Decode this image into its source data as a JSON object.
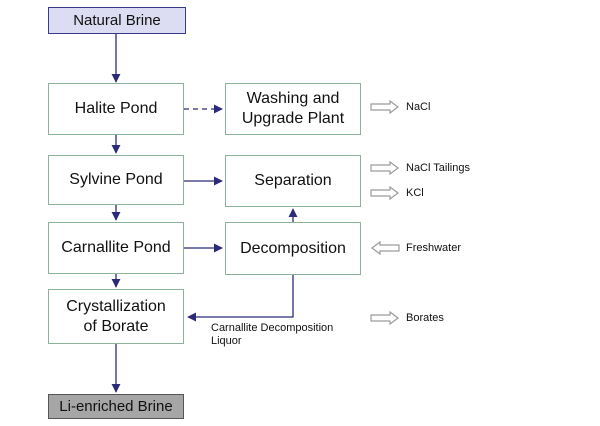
{
  "diagram": {
    "nodes": {
      "natural_brine": "Natural Brine",
      "halite_pond": "Halite Pond",
      "washing_plant": "Washing and Upgrade Plant",
      "sylvine_pond": "Sylvine Pond",
      "separation": "Separation",
      "carnallite_pond": "Carnallite Pond",
      "decomposition": "Decomposition",
      "crystallization": "Crystallization of Borate",
      "li_brine": "Li-enriched Brine"
    },
    "side_labels": {
      "nacl": "NaCl",
      "nacl_tailings": "NaCl Tailings",
      "kcl": "KCl",
      "freshwater": "Freshwater",
      "borates": "Borates",
      "liquor": "Carnallite Decomposition Liquor"
    },
    "colors": {
      "process_border": "#8db29a",
      "source_fill": "#dcdcf2",
      "source_border": "#3a3a8a",
      "sink_fill": "#a6a6a6",
      "arrow": "#2b2b7a",
      "hollow_arrow": "#9a9a9a"
    }
  }
}
